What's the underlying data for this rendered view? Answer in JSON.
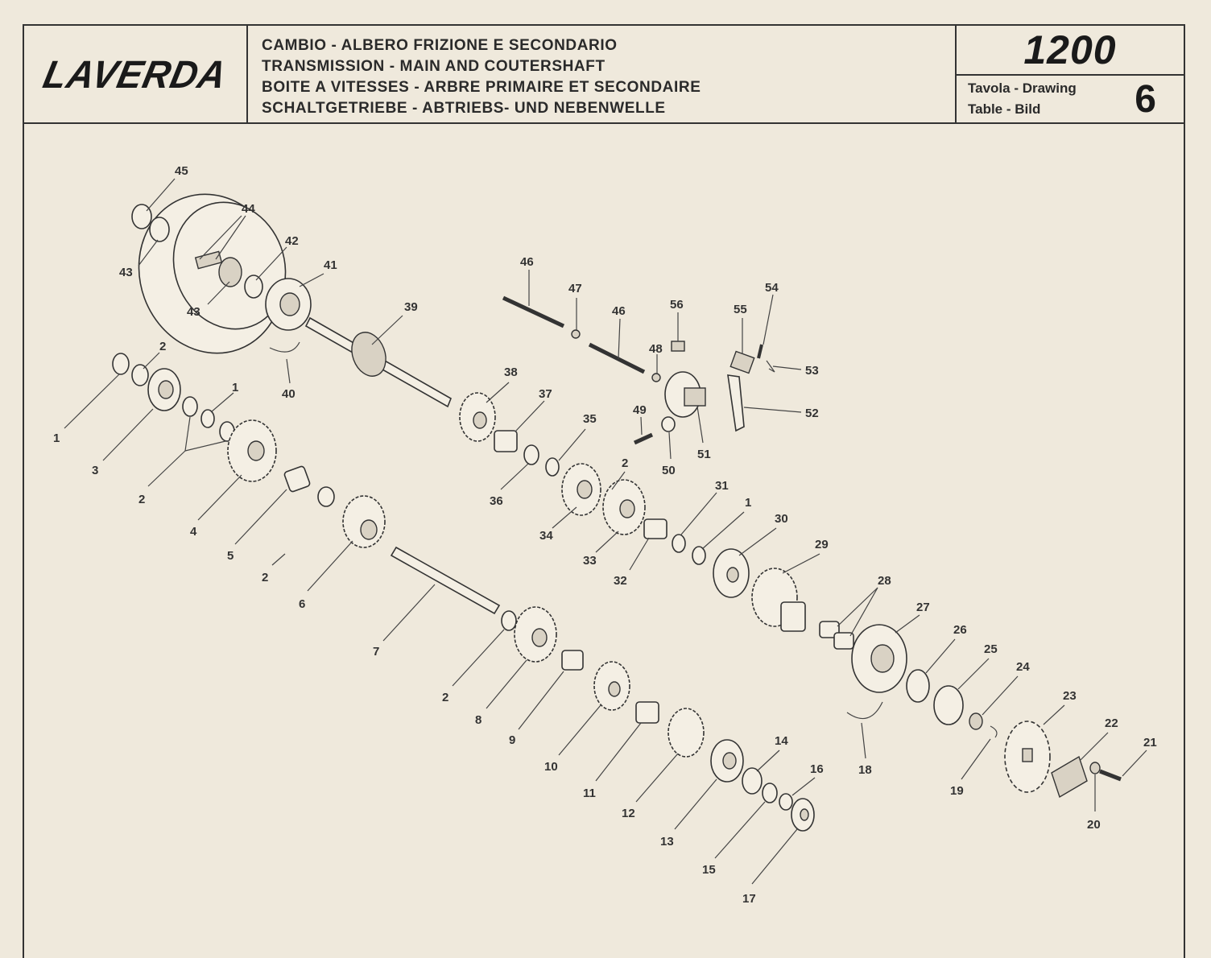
{
  "header": {
    "brand": "LAVERDA",
    "titles": [
      "CAMBIO - ALBERO FRIZIONE E SECONDARIO",
      "TRANSMISSION - MAIN AND COUTERSHAFT",
      "BOITE A VITESSES - ARBRE PRIMAIRE ET SECONDAIRE",
      "SCHALTGETRIEBE - ABTRIEBS- UND NEBENWELLE"
    ],
    "model": "1200",
    "table_label_1": "Tavola - Drawing",
    "table_label_2": "Table - Bild",
    "table_number": "6"
  },
  "callouts": [
    {
      "id": "c45",
      "label": "45"
    },
    {
      "id": "c44",
      "label": "44"
    },
    {
      "id": "c42",
      "label": "42"
    },
    {
      "id": "c43a",
      "label": "43"
    },
    {
      "id": "c43b",
      "label": "43"
    },
    {
      "id": "c41",
      "label": "41"
    },
    {
      "id": "c39",
      "label": "39"
    },
    {
      "id": "c40",
      "label": "40"
    },
    {
      "id": "c46a",
      "label": "46"
    },
    {
      "id": "c47",
      "label": "47"
    },
    {
      "id": "c46b",
      "label": "46"
    },
    {
      "id": "c56",
      "label": "56"
    },
    {
      "id": "c55",
      "label": "55"
    },
    {
      "id": "c54",
      "label": "54"
    },
    {
      "id": "c48",
      "label": "48"
    },
    {
      "id": "c53",
      "label": "53"
    },
    {
      "id": "c52",
      "label": "52"
    },
    {
      "id": "c51",
      "label": "51"
    },
    {
      "id": "c49",
      "label": "49"
    },
    {
      "id": "c50",
      "label": "50"
    },
    {
      "id": "c2a",
      "label": "2"
    },
    {
      "id": "c1a",
      "label": "1"
    },
    {
      "id": "c1b",
      "label": "1"
    },
    {
      "id": "c3",
      "label": "3"
    },
    {
      "id": "c2b",
      "label": "2"
    },
    {
      "id": "c4",
      "label": "4"
    },
    {
      "id": "c5",
      "label": "5"
    },
    {
      "id": "c2c",
      "label": "2"
    },
    {
      "id": "c6",
      "label": "6"
    },
    {
      "id": "c38",
      "label": "38"
    },
    {
      "id": "c37",
      "label": "37"
    },
    {
      "id": "c35",
      "label": "35"
    },
    {
      "id": "c36",
      "label": "36"
    },
    {
      "id": "c2d",
      "label": "2"
    },
    {
      "id": "c34",
      "label": "34"
    },
    {
      "id": "c33",
      "label": "33"
    },
    {
      "id": "c32",
      "label": "32"
    },
    {
      "id": "c31",
      "label": "31"
    },
    {
      "id": "c1c",
      "label": "1"
    },
    {
      "id": "c30",
      "label": "30"
    },
    {
      "id": "c29",
      "label": "29"
    },
    {
      "id": "c28",
      "label": "28"
    },
    {
      "id": "c27",
      "label": "27"
    },
    {
      "id": "c7",
      "label": "7"
    },
    {
      "id": "c2e",
      "label": "2"
    },
    {
      "id": "c8",
      "label": "8"
    },
    {
      "id": "c9",
      "label": "9"
    },
    {
      "id": "c10",
      "label": "10"
    },
    {
      "id": "c11",
      "label": "11"
    },
    {
      "id": "c12",
      "label": "12"
    },
    {
      "id": "c13",
      "label": "13"
    },
    {
      "id": "c14",
      "label": "14"
    },
    {
      "id": "c15",
      "label": "15"
    },
    {
      "id": "c16",
      "label": "16"
    },
    {
      "id": "c17",
      "label": "17"
    },
    {
      "id": "c18",
      "label": "18"
    },
    {
      "id": "c26",
      "label": "26"
    },
    {
      "id": "c25",
      "label": "25"
    },
    {
      "id": "c24",
      "label": "24"
    },
    {
      "id": "c19",
      "label": "19"
    },
    {
      "id": "c23",
      "label": "23"
    },
    {
      "id": "c22",
      "label": "22"
    },
    {
      "id": "c21",
      "label": "21"
    },
    {
      "id": "c20",
      "label": "20"
    }
  ]
}
